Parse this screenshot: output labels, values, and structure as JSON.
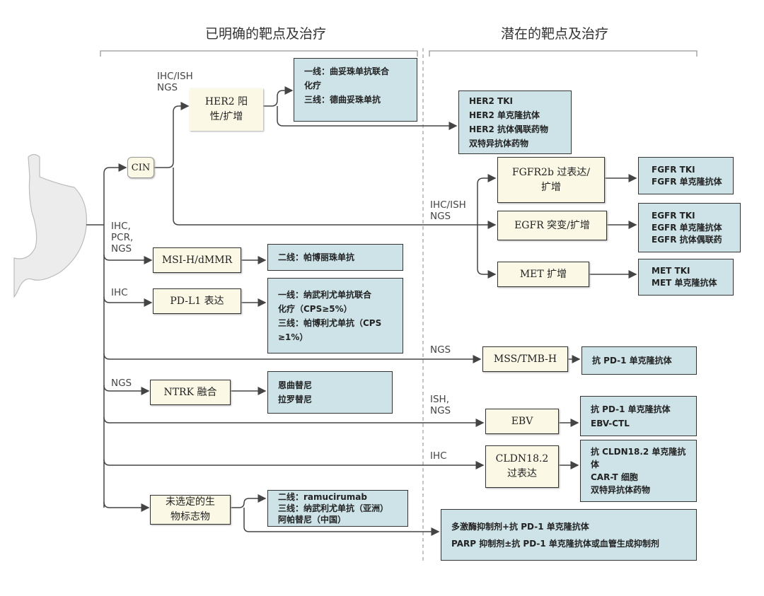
{
  "headers": {
    "known": "已明确的靶点及治疗",
    "potential": "潜在的靶点及治疗"
  },
  "labels": {
    "her2_test": [
      "IHC/ISH",
      "NGS"
    ],
    "msi_test": [
      "IHC,",
      "PCR,",
      "NGS"
    ],
    "pdl1_test": "IHC",
    "ntrk_test": "NGS",
    "right_test": [
      "IHC/ISH",
      "NGS"
    ],
    "mss_test": "NGS",
    "ebv_test": [
      "ISH,",
      "NGS"
    ],
    "cldn_test": "IHC"
  },
  "nodes": {
    "cin": "CIN",
    "her2": [
      "HER2 阳",
      "性/扩增"
    ],
    "msi": "MSI-H/dMMR",
    "pdl1": "PD-L1 表达",
    "ntrk": "NTRK 融合",
    "unselected": [
      "未选定的生",
      "物标志物"
    ],
    "fgfr": [
      "FGFR2b 过表达/",
      "扩增"
    ],
    "egfr": "EGFR 突变/扩增",
    "met": "MET 扩增",
    "mss": "MSS/TMB-H",
    "ebv": "EBV",
    "cldn": [
      "CLDN18.2",
      "过表达"
    ]
  },
  "treatments": {
    "her2_known": [
      "一线：曲妥珠单抗联合",
      "化疗",
      "三线：德曲妥珠单抗"
    ],
    "her2_potential": [
      "HER2 TKI",
      "HER2 单克隆抗体",
      "HER2 抗体偶联药物",
      "双特异抗体药物"
    ],
    "msi": [
      "二线：帕博丽珠单抗"
    ],
    "pdl1": [
      "一线：纳武利尤单抗联合",
      "化疗（CPS≥5%）",
      "三线：帕博利尤单抗（CPS",
      "≥1%）"
    ],
    "ntrk": [
      "恩曲替尼",
      "拉罗替尼"
    ],
    "unselected_known": [
      "二线：ramucirumab",
      "三线：纳武利尤单抗（亚洲）",
      "阿帕替尼（中国）"
    ],
    "unselected_potential": [
      "多激酶抑制剂+抗 PD-1 单克隆抗体",
      "PARP 抑制剂±抗 PD-1 单克隆抗体或血管生成抑制剂"
    ],
    "fgfr": [
      "FGFR TKI",
      "FGFR 单克隆抗体"
    ],
    "egfr": [
      "EGFR TKI",
      "EGFR 单克隆抗体",
      "EGFR 抗体偶联药"
    ],
    "met": [
      "MET TKI",
      "MET 单克隆抗体"
    ],
    "mss": [
      "抗 PD-1 单克隆抗体"
    ],
    "ebv": [
      "抗 PD-1 单克隆抗体",
      "EBV-CTL"
    ],
    "cldn": [
      "抗 CLDN18.2 单克隆抗",
      "体",
      "CAR-T 细胞",
      "双特异抗体药物"
    ]
  }
}
